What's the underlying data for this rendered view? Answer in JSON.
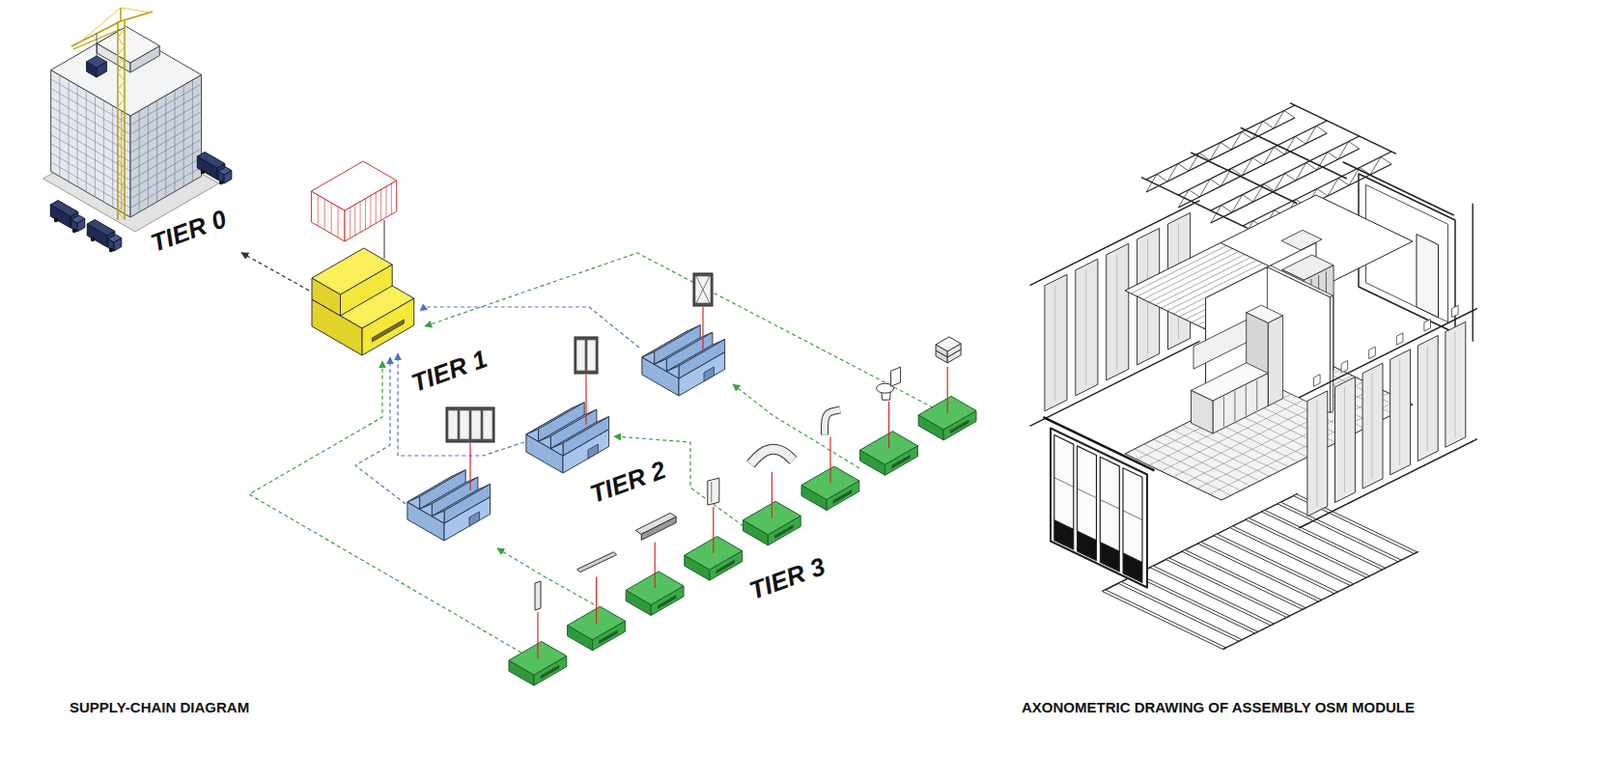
{
  "diagram": {
    "nodes": [
      {
        "text": [
          "TIER 0"
        ]
      },
      {
        "text": [
          "TIER 1"
        ]
      }
    ],
    "edges": [
      {
        "from": 1,
        "to": 0,
        "arrow": "to"
      }
    ],
    "labels": [
      "TIER 2",
      "TIER 3",
      "SUPPLY-CHAIN DIAGRAM",
      "AXONOMETRIC DRAWING OF ASSEMBLY OSM MODULE"
    ]
  }
}
